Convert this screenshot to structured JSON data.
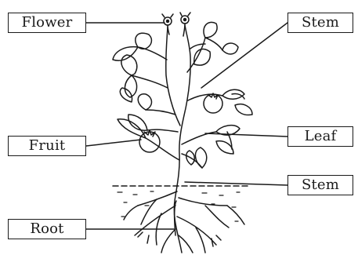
{
  "labels": {
    "flower": "Flower",
    "stem_top": "Stem",
    "fruit": "Fruit",
    "leaf": "Leaf",
    "stem_bottom": "Stem",
    "root": "Root"
  }
}
